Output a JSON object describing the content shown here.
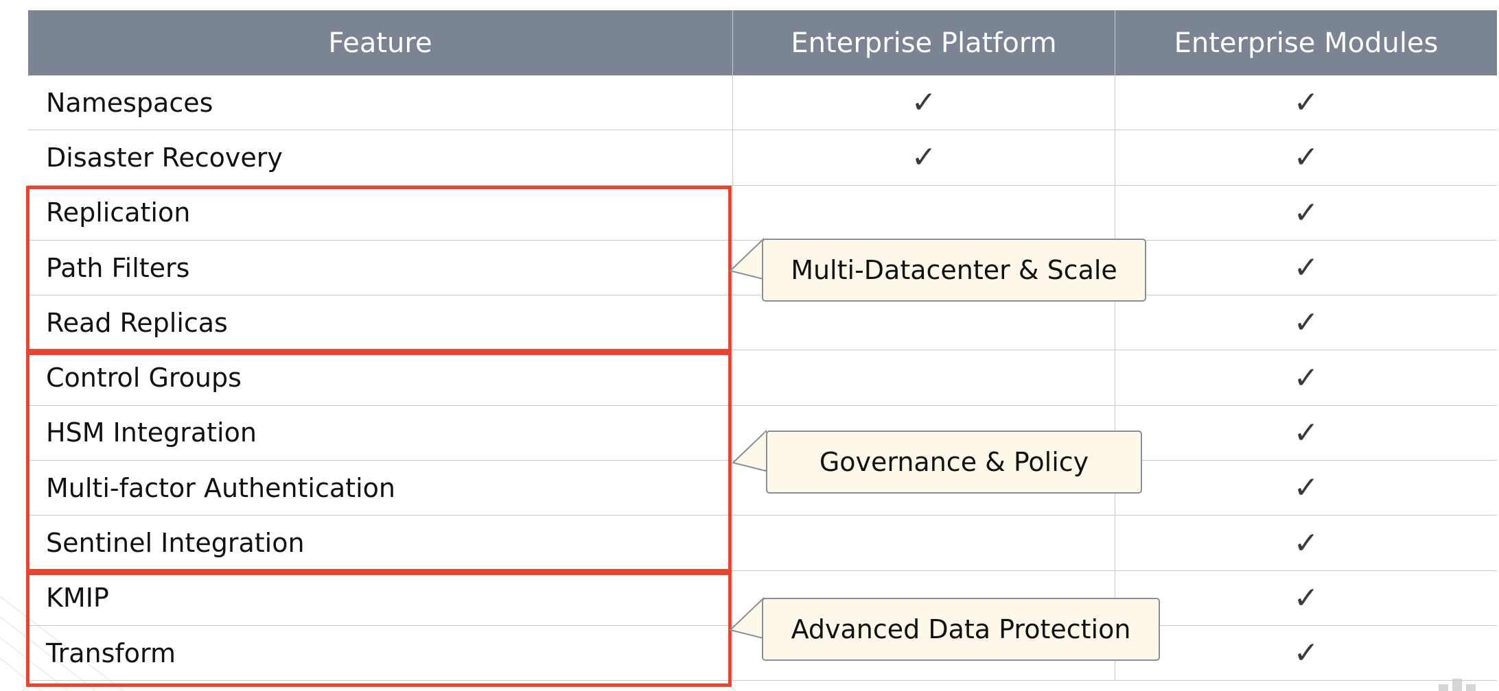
{
  "colors": {
    "header_bg": "#7b8492",
    "header_text": "#ffffff",
    "group_border": "#e84430",
    "callout_bg": "#fdf8ea",
    "callout_border": "#8a8f96",
    "check": "#3a3a3a"
  },
  "table": {
    "headers": {
      "feature": "Feature",
      "platform": "Enterprise Platform",
      "modules": "Enterprise Modules"
    },
    "check_glyph": "✓",
    "rows": [
      {
        "feature": "Namespaces",
        "platform": "✓",
        "modules": "✓"
      },
      {
        "feature": "Disaster Recovery",
        "platform": "✓",
        "modules": "✓"
      },
      {
        "feature": "Replication",
        "platform": "",
        "modules": "✓"
      },
      {
        "feature": "Path Filters",
        "platform": "",
        "modules": "✓"
      },
      {
        "feature": "Read Replicas",
        "platform": "",
        "modules": "✓"
      },
      {
        "feature": "Control Groups",
        "platform": "",
        "modules": "✓"
      },
      {
        "feature": "HSM Integration",
        "platform": "",
        "modules": "✓"
      },
      {
        "feature": "Multi-factor Authentication",
        "platform": "",
        "modules": "✓"
      },
      {
        "feature": "Sentinel Integration",
        "platform": "",
        "modules": "✓"
      },
      {
        "feature": "KMIP",
        "platform": "",
        "modules": "✓"
      },
      {
        "feature": "Transform",
        "platform": "",
        "modules": "✓"
      }
    ]
  },
  "groups": [
    {
      "label": "Multi-Datacenter & Scale"
    },
    {
      "label": "Governance & Policy"
    },
    {
      "label": "Advanced Data Protection"
    }
  ]
}
